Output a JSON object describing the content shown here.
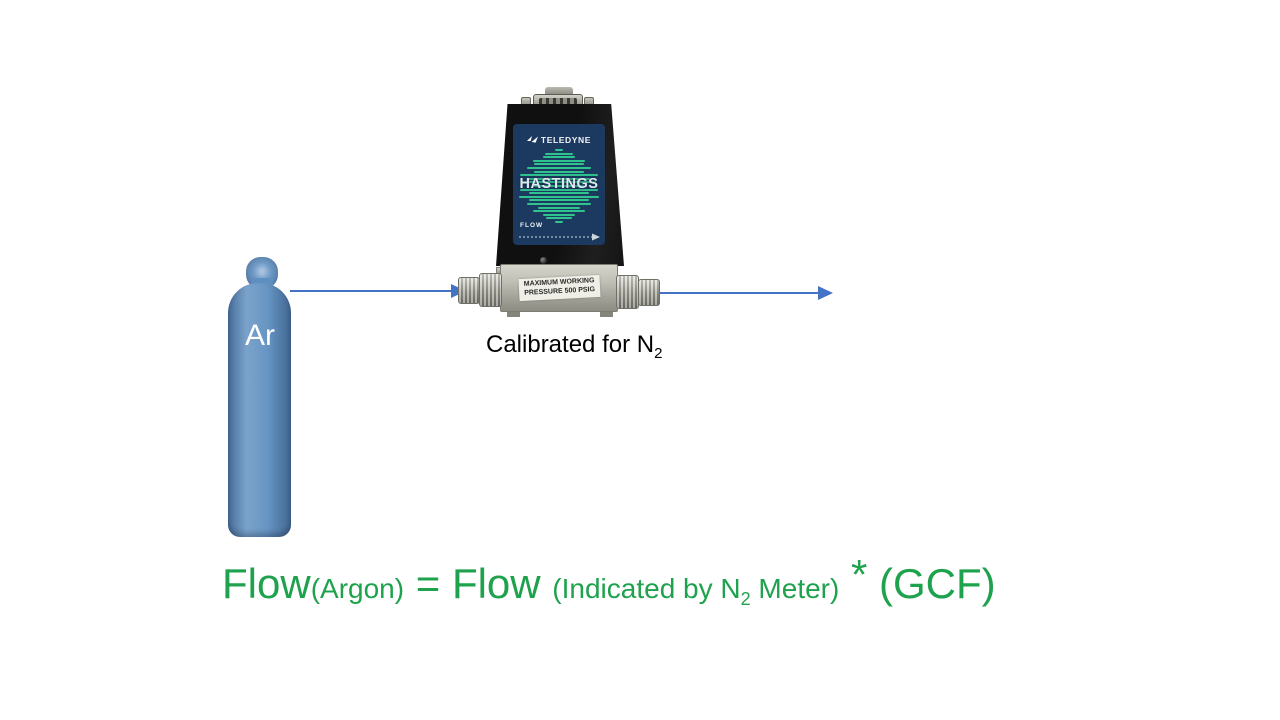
{
  "slide": {
    "cylinder": {
      "label": "Ar"
    },
    "flow_meter": {
      "brand": "TELEDYNE",
      "model": "HASTINGS",
      "flow_label": "FLOW",
      "base_label_line1": "MAXIMUM WORKING",
      "base_label_line2": "PRESSURE 500 PSIG"
    },
    "caption": {
      "text": "Calibrated for N",
      "sub": "2"
    },
    "formula": {
      "flow1": "Flow",
      "argon": "(Argon)",
      "equals": " = ",
      "flow2": "Flow ",
      "indicated_pre": "(Indicated by N",
      "n_sub": "2",
      "indicated_post": " Meter)",
      "star": " * ",
      "gcf": "(GCF)"
    },
    "colors": {
      "arrow_blue": "#4472c4",
      "cylinder_blue": "#5e8fc0",
      "formula_green": "#1fa24d",
      "label_navy": "#1c3a60",
      "wave_green": "#2fc38e"
    }
  }
}
